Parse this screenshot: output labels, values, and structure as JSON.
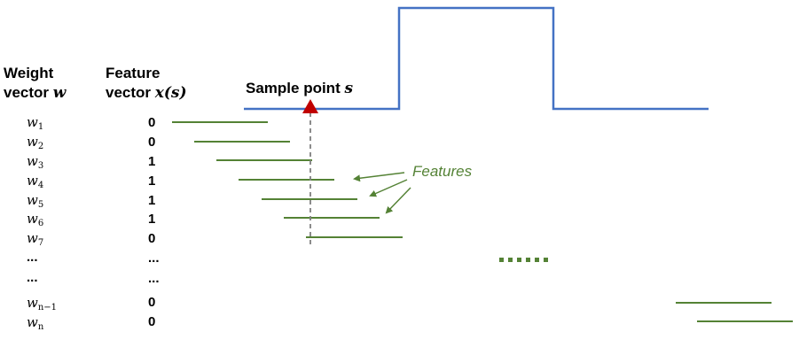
{
  "headers": {
    "weight_line1": "Weight",
    "weight_line2": "vector ",
    "weight_symbol": "w",
    "feature_line1": "Feature",
    "feature_line2": "vector ",
    "feature_symbol": "x(s)",
    "sample_text": "Sample point ",
    "sample_symbol": "s"
  },
  "rows": [
    {
      "w": "w",
      "sub": "1",
      "x": "0"
    },
    {
      "w": "w",
      "sub": "2",
      "x": "0"
    },
    {
      "w": "w",
      "sub": "3",
      "x": "1"
    },
    {
      "w": "w",
      "sub": "4",
      "x": "1"
    },
    {
      "w": "w",
      "sub": "5",
      "x": "1"
    },
    {
      "w": "w",
      "sub": "6",
      "x": "1"
    },
    {
      "w": "w",
      "sub": "7",
      "x": "0"
    },
    {
      "w": "...",
      "sub": "",
      "x": "..."
    },
    {
      "w": "...",
      "sub": "",
      "x": "..."
    },
    {
      "w": "w",
      "sub": "n−1",
      "x": "0"
    },
    {
      "w": "w",
      "sub": "n",
      "x": "0"
    }
  ],
  "features_label": "Features",
  "continuation_dots": "......",
  "colors": {
    "signal": "#4472C4",
    "feature": "#548235",
    "marker": "#C00000",
    "guide": "#7F7F7F"
  }
}
